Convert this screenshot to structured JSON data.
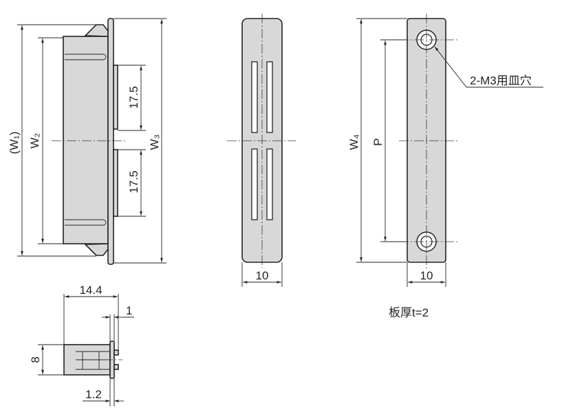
{
  "side_view": {
    "w1": "(W₁)",
    "w2": "W₂",
    "w3": "W₃",
    "pitch_upper": "17.5",
    "pitch_lower": "17.5"
  },
  "front_view": {
    "width": "10"
  },
  "mount_view": {
    "w4": "W₄",
    "p": "P",
    "width": "10",
    "hole_note": "2-M3用皿穴",
    "plate_note": "板厚t=2"
  },
  "bottom_view": {
    "depth": "14.4",
    "flange": "1",
    "height": "8",
    "plate": "1.2"
  }
}
